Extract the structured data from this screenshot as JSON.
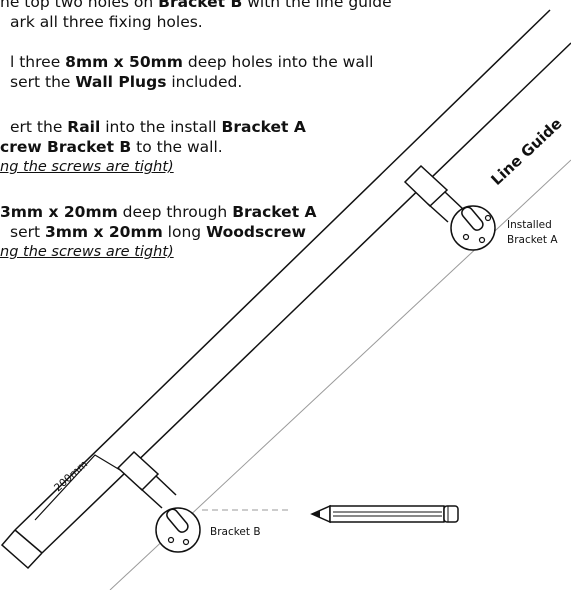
{
  "instructions": {
    "step1": {
      "line1": {
        "p1": "ne top two holes on ",
        "b1": "Bracket B",
        "p2": " with the line guide"
      },
      "line2": {
        "p1": "ark all three fixing holes."
      }
    },
    "step2": {
      "line1": {
        "p1": "l three ",
        "b1": "8mm x 50mm",
        "p2": " deep holes into the wall"
      },
      "line2": {
        "p1": "sert the ",
        "b1": "Wall Plugs",
        "p2": " included."
      }
    },
    "step3": {
      "line1": {
        "p1": "ert the ",
        "b1": "Rail",
        "p2": " into the install ",
        "b2": "Bracket A"
      },
      "line2": {
        "b1": "crew Bracket B",
        "p2": " to the wall."
      },
      "note": "ng the screws are tight)"
    },
    "step4": {
      "line1": {
        "b1": "3mm x 20mm",
        "p1": " deep through ",
        "b2": "Bracket A"
      },
      "line2": {
        "p1": "sert ",
        "b1": "3mm x 20mm",
        "p2": " long ",
        "b2": "Woodscrew"
      },
      "note": "ng the screws are tight)"
    }
  },
  "diagram": {
    "line_guide_label": "Line Guide",
    "bracket_a_label_line1": "Installed",
    "bracket_a_label_line2": "Bracket A",
    "bracket_b_label": "Bracket B",
    "measurement_label": "200mm"
  },
  "icons": {
    "pencil": "pencil-icon"
  }
}
